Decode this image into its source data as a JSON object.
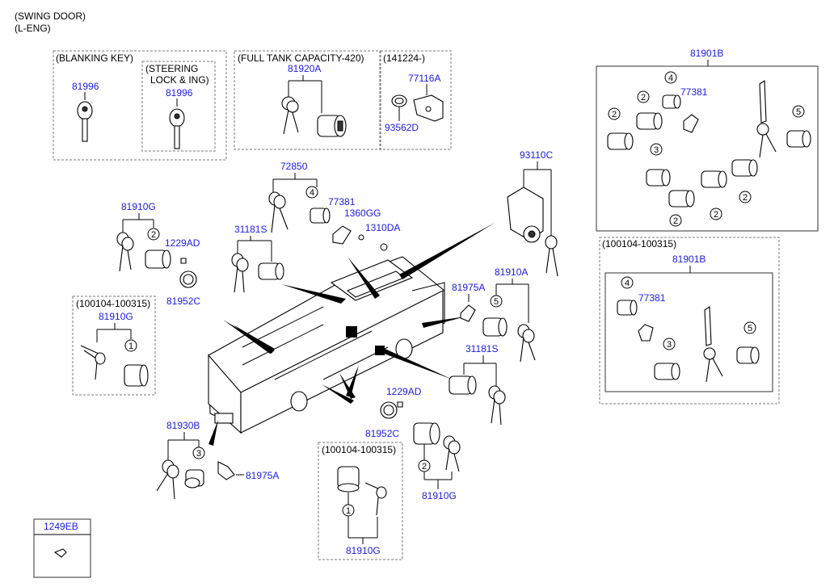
{
  "header": {
    "line1": "(SWING DOOR)",
    "line2": "(L-ENG)"
  },
  "groups": {
    "blanking_key": "(BLANKING KEY)",
    "steering_lock_1": "(STEERING",
    "steering_lock_2": "LOCK & ING)",
    "full_tank": "(FULL TANK CAPACITY-420)",
    "date_141224": "(141224-)",
    "date_a": "(100104-100315)",
    "date_b": "(100104-100315)",
    "date_c": "(100104-100315)"
  },
  "parts": {
    "p81996a": "81996",
    "p81996b": "81996",
    "p81920A": "81920A",
    "p77116A": "77116A",
    "p93562D": "93562D",
    "p81901B_top": "81901B",
    "p77381_top": "77381",
    "p72850": "72850",
    "p77381_mid": "77381",
    "p1360GG": "1360GG",
    "p1310DA": "1310DA",
    "p31181S_a": "31181S",
    "p93110C": "93110C",
    "p81910G_a": "81910G",
    "p1229AD_a": "1229AD",
    "p81952C_a": "81952C",
    "p81910G_b": "81910G",
    "p81975A_a": "81975A",
    "p81910A": "81910A",
    "p31181S_b": "31181S",
    "p81901B_bot": "81901B",
    "p77381_bot": "77381",
    "p1229AD_b": "1229AD",
    "p81952C_b": "81952C",
    "p81930B": "81930B",
    "p81975A_b": "81975A",
    "p81910G_c": "81910G",
    "p81910G_d": "81910G",
    "p1249EB": "1249EB"
  },
  "callouts": {
    "c1": "1",
    "c2": "2",
    "c3": "3",
    "c4": "4",
    "c5": "5"
  }
}
